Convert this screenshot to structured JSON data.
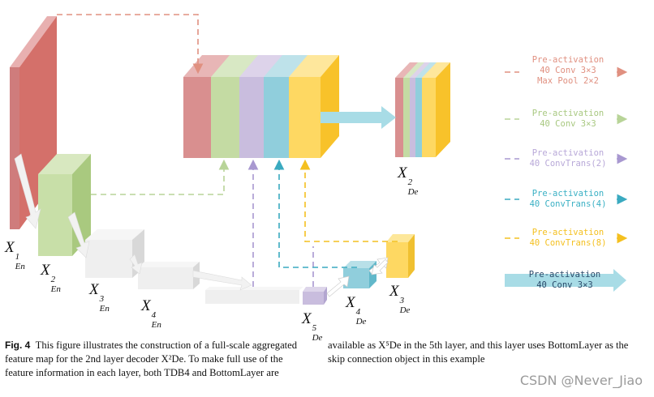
{
  "colors": {
    "red": "#d98f8f",
    "green": "#c4dba3",
    "purple": "#c9bdde",
    "blue": "#90cedc",
    "yellow": "#fed862",
    "gray": "#efefef",
    "arrow_main": "#a8dce6",
    "red_text": "#e09080",
    "green_text": "#a8c880",
    "purple_text": "#b8a8d8",
    "blue_text": "#3ab0c4",
    "yellow_text": "#f4c020",
    "main_text": "#2a4a6a"
  },
  "labels": {
    "en1": {
      "base": "X",
      "sup": "1",
      "sub": "En"
    },
    "en2": {
      "base": "X",
      "sup": "2",
      "sub": "En"
    },
    "en3": {
      "base": "X",
      "sup": "3",
      "sub": "En"
    },
    "en4": {
      "base": "X",
      "sup": "4",
      "sub": "En"
    },
    "de5": {
      "base": "X",
      "sup": "5",
      "sub": "De"
    },
    "de4": {
      "base": "X",
      "sup": "4",
      "sub": "De"
    },
    "de3": {
      "base": "X",
      "sup": "3",
      "sub": "De"
    },
    "de2": {
      "base": "X",
      "sup": "2",
      "sub": "De"
    }
  },
  "legend": [
    {
      "key": "red",
      "text": "Pre-activation\n40 Conv 3×3\nMax Pool 2×2"
    },
    {
      "key": "green",
      "text": "Pre-activation\n40 Conv 3×3"
    },
    {
      "key": "purple",
      "text": "Pre-activation\n40 ConvTrans(2)"
    },
    {
      "key": "blue",
      "text": "Pre-activation\n40 ConvTrans(4)"
    },
    {
      "key": "yellow",
      "text": "Pre-activation\n40 ConvTrans(8)"
    },
    {
      "key": "main",
      "text": "Pre-activation\n40 Conv 3×3"
    }
  ],
  "caption": {
    "fig": "Fig. 4",
    "left_text": "This figure illustrates the construction of a full-scale aggregated feature map for the 2nd layer decoder X²De. To make full use of the feature information in each layer, both TDB4 and BottomLayer are",
    "right_text": "available as X⁵De in the 5th layer, and this layer uses BottomLayer as the skip connection object in this example"
  },
  "watermark": "CSDN @Never_Jiao"
}
